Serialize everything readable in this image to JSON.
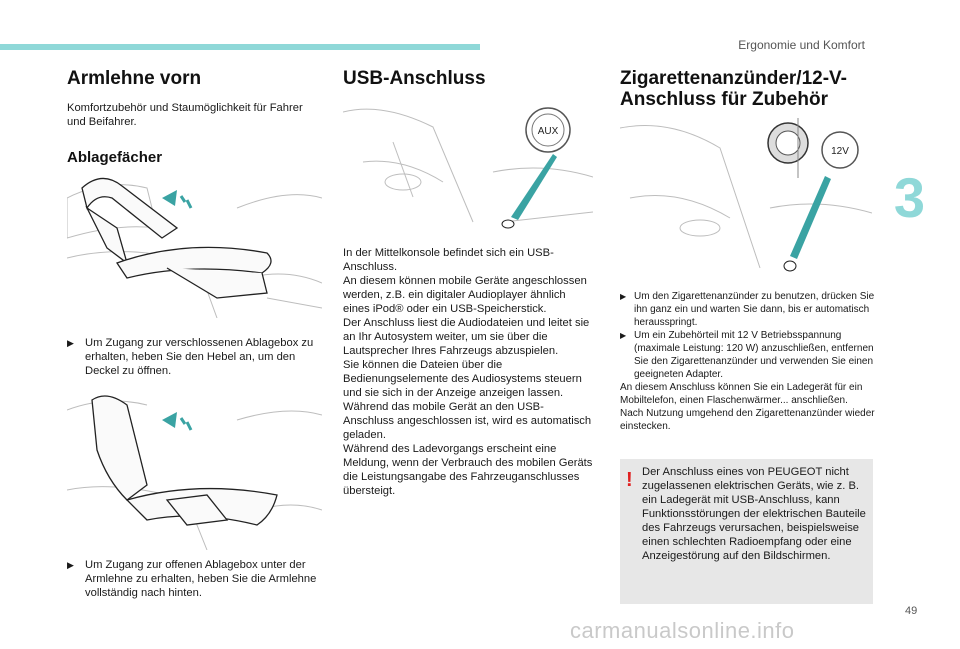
{
  "header": {
    "section": "Ergonomie und Komfort",
    "chapter_number": "3"
  },
  "col1": {
    "title": "Armlehne vorn",
    "intro": "Komfortzubehör und Staumöglichkeit für Fahrer und Beifahrer.",
    "subtitle": "Ablagefächer",
    "bullet1": "Um Zugang zur verschlossenen Ablagebox zu erhalten, heben Sie den Hebel an, um den Deckel zu öffnen.",
    "bullet2": "Um Zugang zur offenen Ablagebox unter der Armlehne zu erhalten, heben Sie die Armlehne vollständig nach hinten."
  },
  "col2": {
    "title": "USB-Anschluss",
    "aux_label": "AUX",
    "body": "In der Mittelkonsole befindet sich ein USB-Anschluss.\nAn diesem können mobile Geräte angeschlossen werden, z.B. ein digitaler Audioplayer ähnlich eines iPod® oder ein USB-Speicherstick.\nDer Anschluss liest die Audiodateien und leitet sie an Ihr Autosystem weiter, um sie über die Lautsprecher Ihres Fahrzeugs abzuspielen.\nSie können die Dateien über die Bedienungselemente des Audiosystems steuern und sie sich in der Anzeige anzeigen lassen.\nWährend das mobile Gerät an den USB-Anschluss angeschlossen ist, wird es automatisch geladen.\nWährend des Ladevorgangs erscheint eine Meldung, wenn der Verbrauch des mobilen Geräts die Leistungsangabe des Fahrzeuganschlusses übersteigt."
  },
  "col3": {
    "title": "Zigarettenanzünder/12-V-Anschluss für Zubehör",
    "label_12v": "12V",
    "bullet1": "Um den Zigarettenanzünder zu benutzen, drücken Sie ihn ganz ein und warten Sie dann, bis er automatisch herausspringt.",
    "bullet2": "Um ein Zubehörteil mit 12 V Betriebsspannung (maximale Leistung: 120 W) anzuschließen, entfernen Sie den Zigarettenanzünder und verwenden Sie einen geeigneten Adapter.",
    "note": "An diesem Anschluss können Sie ein Ladegerät für ein Mobiltelefon, einen Flaschenwärmer... anschließen.\nNach Nutzung umgehend den Zigarettenanzünder wieder einstecken.",
    "warning": "Der Anschluss eines von PEUGEOT nicht zugelassenen elektrischen Geräts, wie z. B. ein Ladegerät mit USB-Anschluss, kann Funktionsstörungen der elektrischen Bauteile des Fahrzeugs verursachen, beispielsweise einen schlechten Radioempfang oder eine Anzeigestörung auf den Bildschirmen."
  },
  "page_number": "49",
  "watermark": "carmanualsonline.info",
  "colors": {
    "accent": "#8fd8d8",
    "warning": "#e02020",
    "arrow": "#3aa3a3"
  }
}
